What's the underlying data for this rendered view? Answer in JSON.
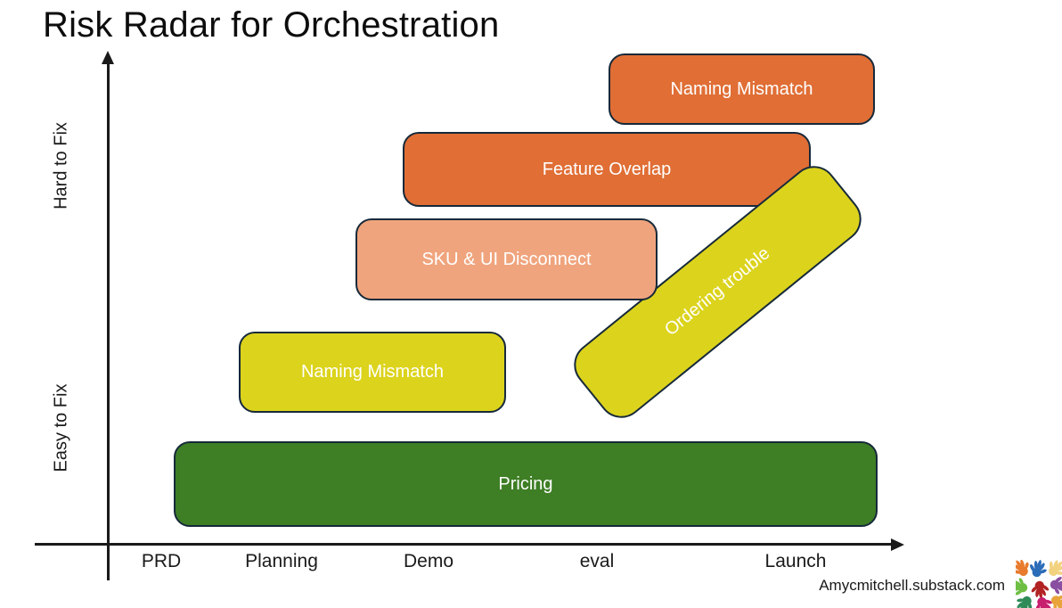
{
  "title": "Risk Radar for Orchestration",
  "attribution": "Amycmitchell.substack.com",
  "axes": {
    "y_high_label": "Hard to Fix",
    "y_low_label": "Easy to Fix",
    "x_labels": [
      "PRD",
      "Planning",
      "Demo",
      "eval",
      "Launch"
    ]
  },
  "colors": {
    "orange": "#E06E35",
    "salmon": "#F0A47D",
    "yellow": "#DCD31D",
    "green": "#3E7E25",
    "shape_border": "#16293A",
    "axis": "#1A1A1A",
    "bar_label_text": "#FFFFFF"
  },
  "chart_data": {
    "type": "bar",
    "variant": "risk-timeline (rounded bars over phase axis)",
    "title": "Risk Radar for Orchestration",
    "x_axis": {
      "label": "",
      "ticks": [
        "PRD",
        "Planning",
        "Demo",
        "eval",
        "Launch"
      ]
    },
    "y_axis": {
      "label": "",
      "low": "Easy to Fix",
      "high": "Hard to Fix"
    },
    "legend": false,
    "grid": false,
    "series": [
      {
        "label": "Naming Mismatch",
        "color": "#E06E35",
        "phase_start": "eval",
        "phase_end": "Launch",
        "fix_difficulty": 0.95
      },
      {
        "label": "Feature Overlap",
        "color": "#E06E35",
        "phase_start": "Demo",
        "phase_end": "Launch",
        "fix_difficulty": 0.78
      },
      {
        "label": "SKU & UI Disconnect",
        "color": "#F0A47D",
        "phase_start": "Demo",
        "phase_end": "eval",
        "fix_difficulty": 0.58
      },
      {
        "label": "Naming Mismatch",
        "color": "#DCD31D",
        "phase_start": "Planning",
        "phase_end": "Demo",
        "fix_difficulty": 0.35
      },
      {
        "label": "Pricing",
        "color": "#3E7E25",
        "phase_start": "PRD",
        "phase_end": "Launch",
        "fix_difficulty": 0.1
      },
      {
        "label": "Ordering trouble",
        "color": "#DCD31D",
        "phase_start": "eval",
        "phase_end": "Launch",
        "fix_difficulty": "rises 0.30 to 0.85",
        "orientation": "diagonal"
      }
    ]
  }
}
